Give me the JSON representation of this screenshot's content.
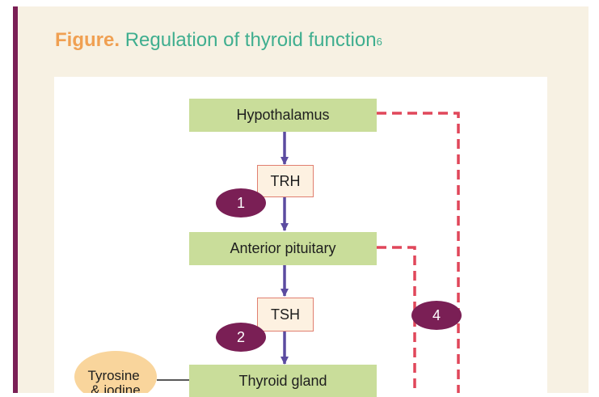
{
  "figure": {
    "label": "Figure.",
    "caption": "Regulation of thyroid function",
    "reference": "6"
  },
  "nodes": {
    "hypothalamus": "Hypothalamus",
    "trh": "TRH",
    "anterior_pituitary": "Anterior pituitary",
    "tsh": "TSH",
    "thyroid_gland": "Thyroid gland",
    "tyrosine_iodine": "Tyrosine\n& iodine"
  },
  "markers": [
    "1",
    "2",
    "4"
  ],
  "colors": {
    "accent": "#7a1f55",
    "figure_label": "#f0a052",
    "caption": "#3fae8f",
    "organ_box": "#c9dd9a",
    "hormone_box": "#fdf1e1",
    "arrow": "#5b4ba0",
    "feedback": "#e0475a",
    "input_oval": "#f9d59c"
  }
}
